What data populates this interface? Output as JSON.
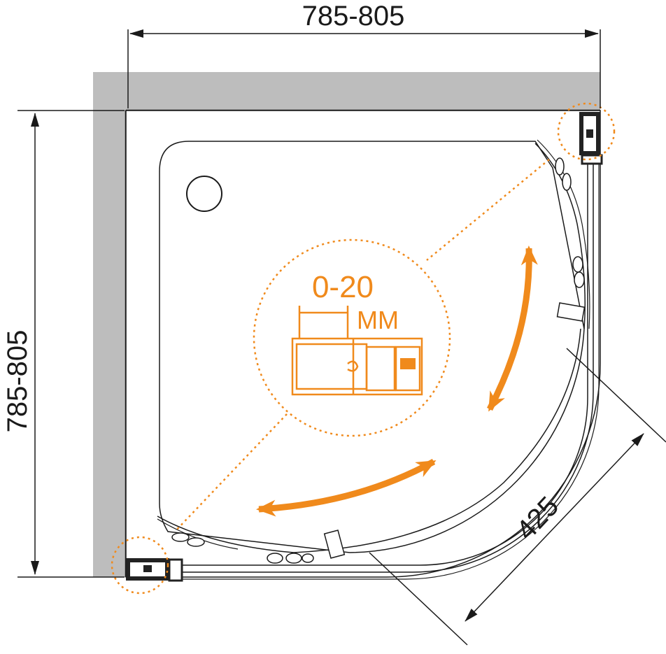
{
  "dimensions": {
    "width_label": "785-805",
    "height_label": "785-805",
    "door_width_label": "425"
  },
  "detail": {
    "adjustment_label": "0-20",
    "unit_label": "ММ"
  },
  "colors": {
    "wall": "#bdbdbd",
    "tray": "#ffffff",
    "outline": "#1a1a1a",
    "accent": "#f08a1c",
    "profile": "#222222"
  }
}
